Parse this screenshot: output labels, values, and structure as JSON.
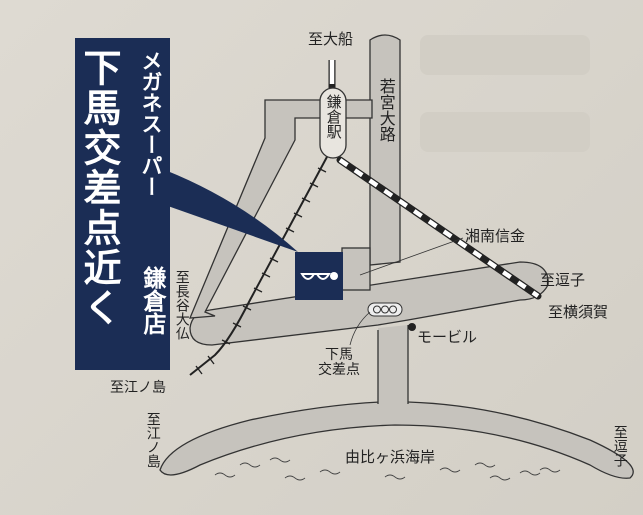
{
  "banner": {
    "headline": "下馬交差点近く",
    "brand": "メガネスーパー",
    "store": "鎌倉店"
  },
  "labels": {
    "to_ofuna": "至大船",
    "kamakura_station": "鎌倉駅",
    "wakamiya_oji": "若宮大路",
    "shonan_shinkin": "湘南信金",
    "to_zushi_1": "至逗子",
    "to_yokosuka": "至横須賀",
    "mobil": "モービル",
    "geba_intersection": "下馬\n交差点",
    "to_hase_daibutsu": "至長谷大仏",
    "to_enoshima_1": "至江ノ島",
    "to_enoshima_2": "至江ノ島",
    "yuigahama": "由比ヶ浜海岸",
    "to_zushi_2": "至逗子"
  },
  "colors": {
    "navy": "#1b2d55",
    "road": "#c6c3bd",
    "paper": "#dad6cd"
  }
}
